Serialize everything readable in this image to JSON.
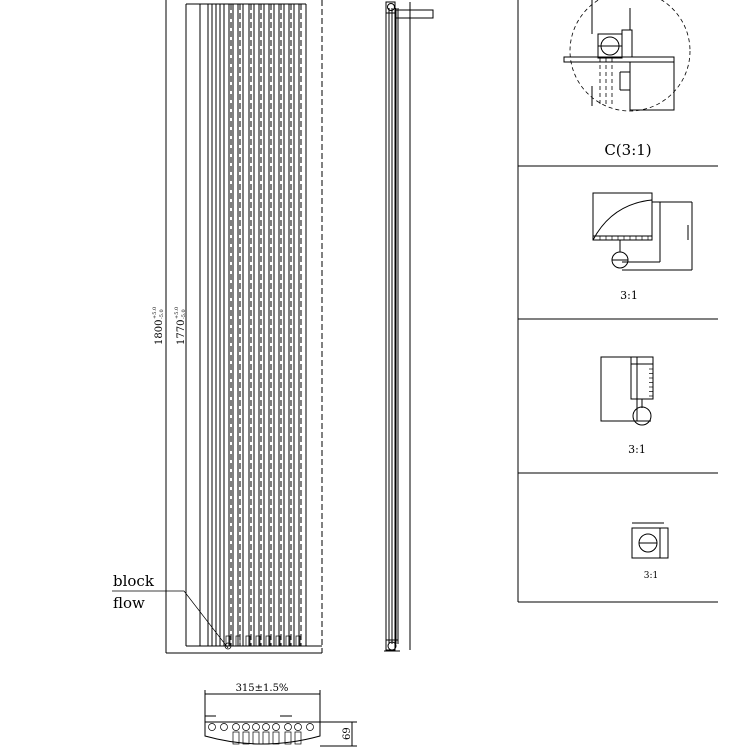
{
  "front_view": {
    "dim_height_outer": "1800",
    "dim_height_outer_tol_upper": "+5.0",
    "dim_height_outer_tol_lower": "-5.0",
    "dim_height_inner": "1770",
    "dim_height_inner_tol_upper": "+5.0",
    "dim_height_inner_tol_lower": "-5.0",
    "label_block": "block",
    "label_flow": "flow"
  },
  "plan_view": {
    "dim_width": "315±1.5%",
    "dim_depth": "69"
  },
  "details": [
    {
      "label": "C(3:1)"
    },
    {
      "label": "3:1"
    },
    {
      "label": "3:1"
    },
    {
      "label": "3:1"
    }
  ]
}
